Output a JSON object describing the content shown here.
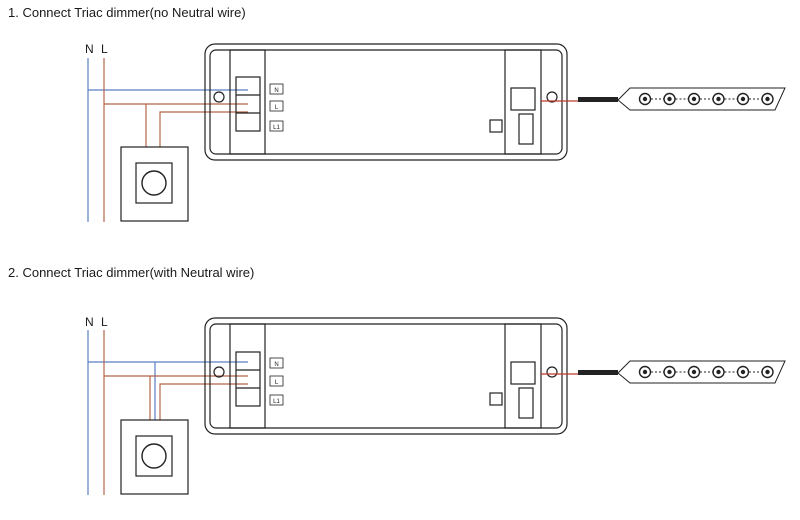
{
  "sections": [
    {
      "title": "1. Connect Triac dimmer(no Neutral wire)",
      "mains": {
        "neutral": "N",
        "live": "L"
      },
      "terminals": [
        "N",
        "L",
        "L1"
      ]
    },
    {
      "title": "2. Connect Triac dimmer(with Neutral wire)",
      "mains": {
        "neutral": "N",
        "live": "L"
      },
      "terminals": [
        "N",
        "L",
        "L1"
      ]
    }
  ],
  "colors": {
    "neutral_wire": "#5b7fc4",
    "live_wire": "#b5654a",
    "output_wire": "#c0392b",
    "outline": "#222222"
  },
  "led_count": 6,
  "icons": [
    "dimmer-knob-icon",
    "led-icon"
  ]
}
